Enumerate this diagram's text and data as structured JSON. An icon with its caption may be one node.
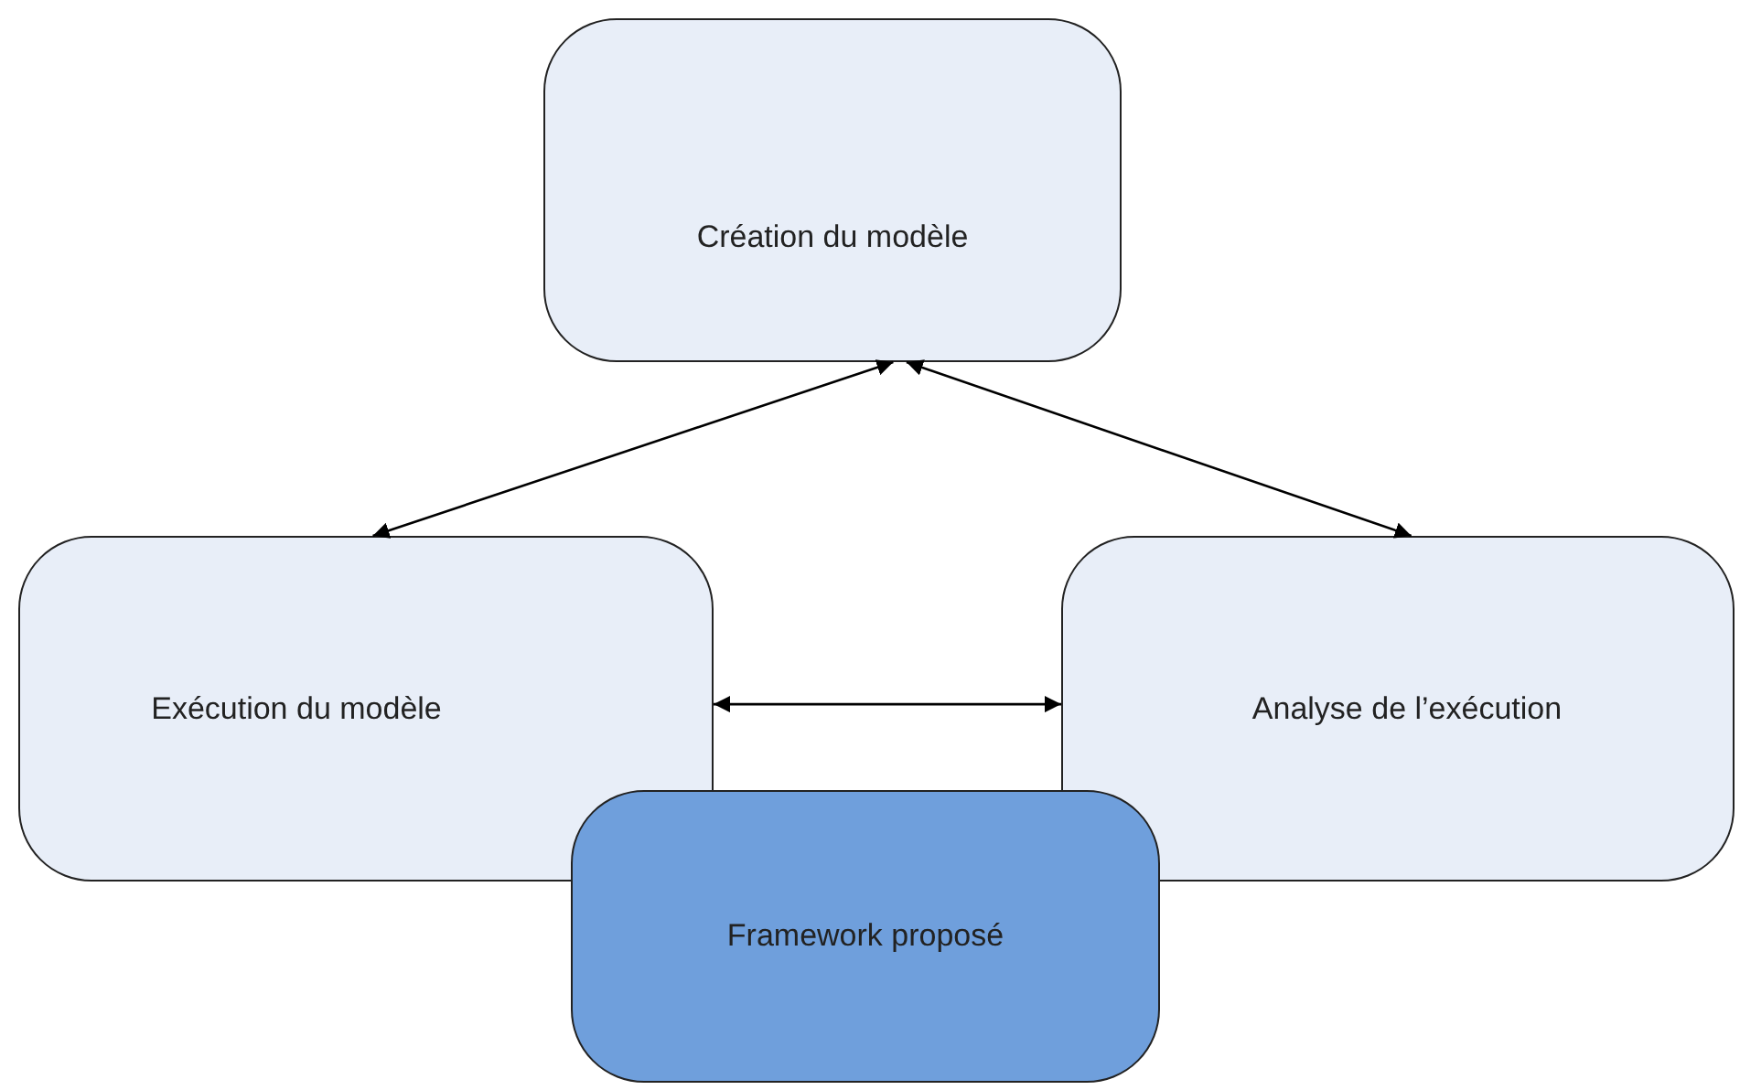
{
  "diagram": {
    "nodes": [
      {
        "text": [
          "Création du modèle"
        ]
      },
      {
        "text": [
          "Exécution du modèle"
        ]
      },
      {
        "text": [
          "Analyse de l’exécution"
        ]
      },
      {
        "text": [
          "Framework proposé"
        ]
      }
    ],
    "edges": [
      {
        "from": 0,
        "to": 1,
        "arrow": "both"
      },
      {
        "from": 0,
        "to": 2,
        "arrow": "both"
      },
      {
        "from": 1,
        "to": 2,
        "arrow": "both"
      }
    ]
  }
}
